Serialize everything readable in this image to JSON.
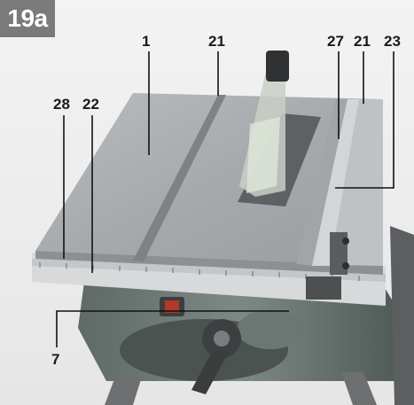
{
  "figure": {
    "label": "19a",
    "badge_color": "#7a7a7a"
  },
  "image": {
    "subject": "table-saw-photo"
  },
  "callouts": [
    {
      "text": "1"
    },
    {
      "text": "21"
    },
    {
      "text": "27"
    },
    {
      "text": "21"
    },
    {
      "text": "23"
    },
    {
      "text": "28"
    },
    {
      "text": "22"
    },
    {
      "text": "7"
    }
  ]
}
